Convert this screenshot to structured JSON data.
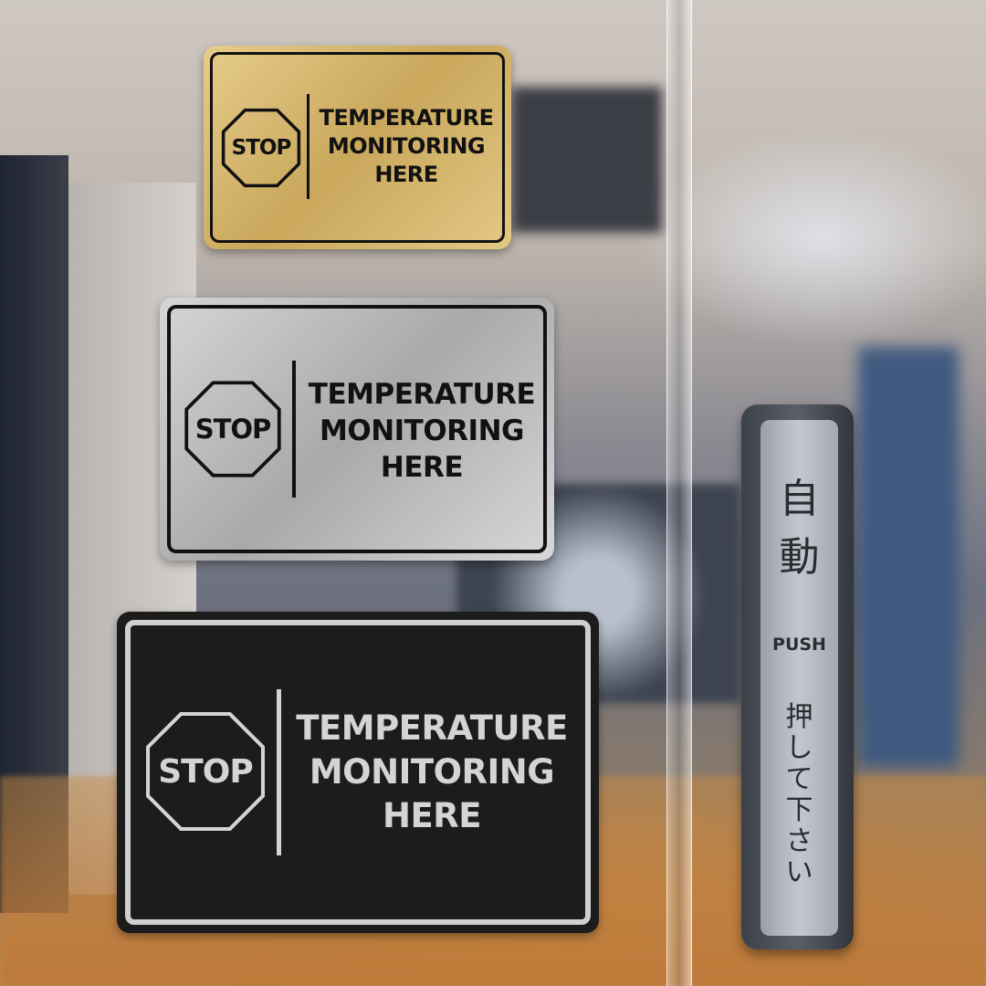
{
  "signs": [
    {
      "variant": "gold",
      "stop": "STOP",
      "lines": [
        "TEMPERATURE",
        "MONITORING",
        "HERE"
      ],
      "color": "#d8bd78",
      "ink": "#111111"
    },
    {
      "variant": "silver",
      "stop": "STOP",
      "lines": [
        "TEMPERATURE",
        "MONITORING",
        "HERE"
      ],
      "color": "#c4c4c6",
      "ink": "#111111"
    },
    {
      "variant": "black",
      "stop": "STOP",
      "lines": [
        "TEMPERATURE",
        "MONITORING",
        "HERE"
      ],
      "color": "#1c1c1c",
      "ink": "#d4d4d4"
    }
  ],
  "door_handle": {
    "kanji_top": [
      "自",
      "動"
    ],
    "push": "PUSH",
    "kanji_bottom": [
      "押",
      "し",
      "て",
      "下",
      "さ",
      "い"
    ]
  }
}
